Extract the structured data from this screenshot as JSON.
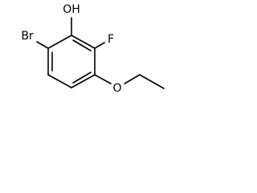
{
  "structure": {
    "atoms": {
      "hydroxyl": "OH",
      "fluorine": "F",
      "bromine": "Br",
      "ether_oxygen": "O"
    }
  }
}
